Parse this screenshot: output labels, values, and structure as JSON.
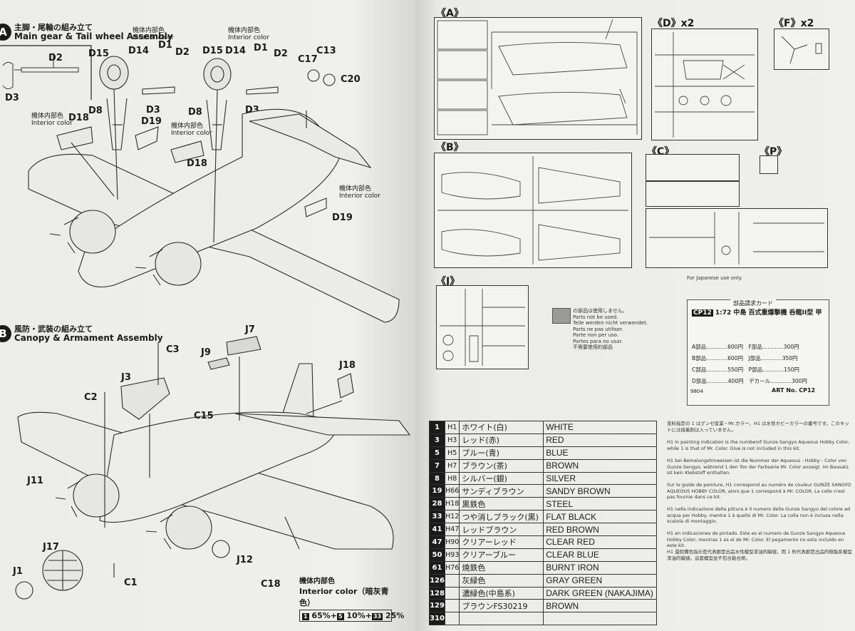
{
  "left": {
    "step_a": {
      "badge": "A",
      "title_jp": "主脚・尾輪の組み立て",
      "title_en": "Main gear & Tail wheel Assembly"
    },
    "interior_label_jp": "機体内部色",
    "interior_label_en": "Interior color",
    "parts_a": [
      "D15",
      "D14",
      "D1",
      "D2",
      "D15",
      "D14",
      "D1",
      "D2",
      "C17",
      "C13",
      "C20",
      "D2",
      "D3",
      "D3",
      "D3",
      "D8",
      "D8",
      "D18",
      "D19",
      "D18",
      "D19"
    ],
    "step_b": {
      "badge": "B",
      "title_jp": "風防・武装の組み立て",
      "title_en": "Canopy & Armament Assembly"
    },
    "parts_b": [
      "C3",
      "J7",
      "J9",
      "J3",
      "J18",
      "C2",
      "C15",
      "J11",
      "J17",
      "J12",
      "J1",
      "C1",
      "C18"
    ],
    "interior_box": {
      "jp": "機体内部色",
      "en": "Interior color",
      "en_jp": "（暗灰青色）",
      "mix": [
        {
          "num": "1",
          "pct": "65%"
        },
        {
          "num": "5",
          "pct": "10%"
        },
        {
          "num": "33",
          "pct": "25%"
        }
      ]
    }
  },
  "right": {
    "panels": {
      "A": "A",
      "D": "D",
      "D_mult": "x2",
      "F": "F",
      "F_mult": "x2",
      "B": "B",
      "C": "C",
      "P": "P",
      "J": "J"
    },
    "not_used": {
      "jp": "の部品は使用しません。",
      "lines": [
        "Parts not be used.",
        "Teile werden nicht verwendet.",
        "Parts ne pas utiliser.",
        "Parte non per uso.",
        "Partes para no usar.",
        "不需要使用的部品"
      ]
    },
    "japan_note": "For Japanese use only.",
    "order_card": {
      "title": "部品請求カード",
      "code": "CP12",
      "kit": "1:72 中島 百式重爆撃機 呑龍II型 甲",
      "rows": [
        {
          "a": "A部品",
          "a_price": "600円",
          "b": "F部品",
          "b_price": "300円"
        },
        {
          "a": "B部品",
          "a_price": "600円",
          "b": "J部品",
          "b_price": "350円"
        },
        {
          "a": "C部品",
          "a_price": "550円",
          "b": "P部品",
          "b_price": "150円"
        },
        {
          "a": "D部品",
          "a_price": "400円",
          "b": "デカール",
          "b_price": "300円"
        }
      ],
      "art_no": "ART No. CP12",
      "code_num": "9804"
    },
    "paint_table": [
      {
        "num": "1",
        "h": "H1",
        "jp": "ホワイト(白)",
        "en": "WHITE"
      },
      {
        "num": "3",
        "h": "H3",
        "jp": "レッド(赤)",
        "en": "RED"
      },
      {
        "num": "5",
        "h": "H5",
        "jp": "ブルー(青)",
        "en": "BLUE"
      },
      {
        "num": "7",
        "h": "H7",
        "jp": "ブラウン(茶)",
        "en": "BROWN"
      },
      {
        "num": "8",
        "h": "H8",
        "jp": "シルバー(銀)",
        "en": "SILVER"
      },
      {
        "num": "19",
        "h": "H66",
        "jp": "サンディブラウン",
        "en": "SANDY BROWN"
      },
      {
        "num": "28",
        "h": "H18",
        "jp": "黒鉄色",
        "en": "STEEL"
      },
      {
        "num": "33",
        "h": "H12",
        "jp": "つや消しブラック(黒)",
        "en": "FLAT BLACK"
      },
      {
        "num": "41",
        "h": "H47",
        "jp": "レッドブラウン",
        "en": "RED BROWN"
      },
      {
        "num": "47",
        "h": "H90",
        "jp": "クリアーレッド",
        "en": "CLEAR RED"
      },
      {
        "num": "50",
        "h": "H93",
        "jp": "クリアーブルー",
        "en": "CLEAR BLUE"
      },
      {
        "num": "61",
        "h": "H76",
        "jp": "焼鉄色",
        "en": "BURNT IRON"
      },
      {
        "num": "126",
        "h": "",
        "jp": "灰緑色",
        "en": "GRAY GREEN"
      },
      {
        "num": "128",
        "h": "",
        "jp": "濃緑色(中島系)",
        "en": "DARK GREEN (NAKAJIMA)"
      },
      {
        "num": "129",
        "h": "",
        "jp": "ブラウンFS30219",
        "en": "BROWN"
      },
      {
        "num": "310",
        "h": "",
        "jp": "",
        "en": ""
      }
    ],
    "paint_notes": [
      "塗料指定の 1 はグンゼ産業・Mr.カラー、H1 は水性ホビーカラーの番号です。このキットには接着剤は入っていません。",
      "H1 in painting indication is the numberof Gunze Sangyo Aqueous Hobby Color, while 1 is that of Mr. Color. Glue is not included in this kit.",
      "H1 bei Bemalungshinweisen ist die Nummer der Aqueous - Hobby - Color von Gunze Sangyo, während 1 den Ton der Farbserie Mr. Color anzeigt. Im Bausatz ist kein Klebstoff enthalten.",
      "Sur le guide de peinture, H1 correspond au numéro de couleur GUNZE SANGYO AQUEOUS HOBBY COLOR, alors que 1 correspond à Mr. COLOR. La colle n'est pas fournie dans ce kit.",
      "H1 nella indicazione della pittura è il numero della Gunze Sangyo del colore ad acqua per Hobby, mentre 1 è quello di Mr. Color. La colla non è inclusa nella scatola di montaggio.",
      "H1 en indicaciones de pintado. Este es el numero de Gunze Sangyo Aqueous Hobby Color, mentras 1 es el de Mr. Color. El pegamento no esta incluido en este kit.",
      "H1 還假備色指示是代表郡是出品水性模型漆油的編號，而 1 則代表郡是出品的樹脂系模型漆油的編號。這套模型並不包含黏合劑。"
    ]
  }
}
